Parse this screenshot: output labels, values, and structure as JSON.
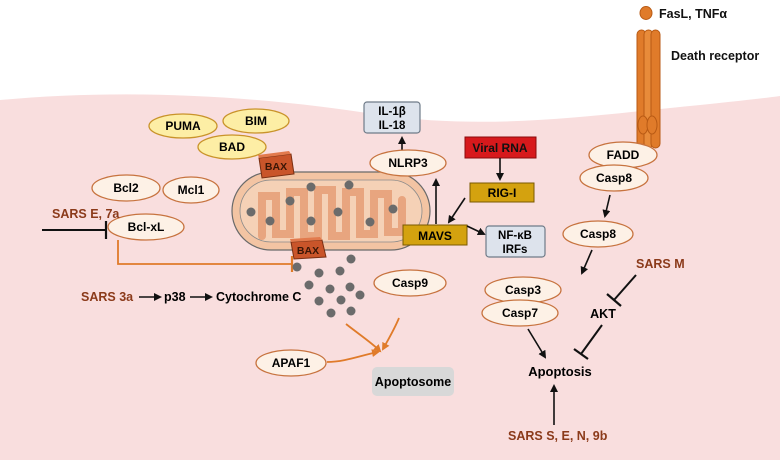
{
  "ligand": {
    "label": "FasL, TNFα"
  },
  "receptor": {
    "label": "Death receptor"
  },
  "proteins": {
    "puma": "PUMA",
    "bim": "BIM",
    "bad": "BAD",
    "bcl2": "Bcl2",
    "mcl1": "Mcl1",
    "bclxl": "Bcl-xL",
    "bax": "BAX",
    "nlrp3": "NLRP3",
    "casp9": "Casp9",
    "fadd": "FADD",
    "casp8a": "Casp8",
    "casp8b": "Casp8",
    "casp3": "Casp3",
    "casp7": "Casp7",
    "apaf1": "APAF1",
    "mavs": "MAVS",
    "rigi": "RIG-I",
    "viral_rna": "Viral RNA"
  },
  "cytokines": {
    "line1": "IL-1β",
    "line2": "IL-18"
  },
  "nfkb": {
    "line1": "NF-κB",
    "line2": "IRFs"
  },
  "sars": {
    "e7a": "SARS E, 7a",
    "s3a": "SARS 3a",
    "m": "SARS M",
    "seh": "SARS  S, E, N, 9b"
  },
  "pathway": {
    "p38": "p38",
    "cytc": "Cytochrome C",
    "akt": "AKT",
    "apoptosis": "Apoptosis",
    "apoptosome": "Apoptosome"
  },
  "colors": {
    "cell": "#f9dede",
    "sars_text": "#8b3a1a",
    "orange": "#e07b2a",
    "red_box": "#d7191c",
    "gold_box": "#d4a20f"
  }
}
